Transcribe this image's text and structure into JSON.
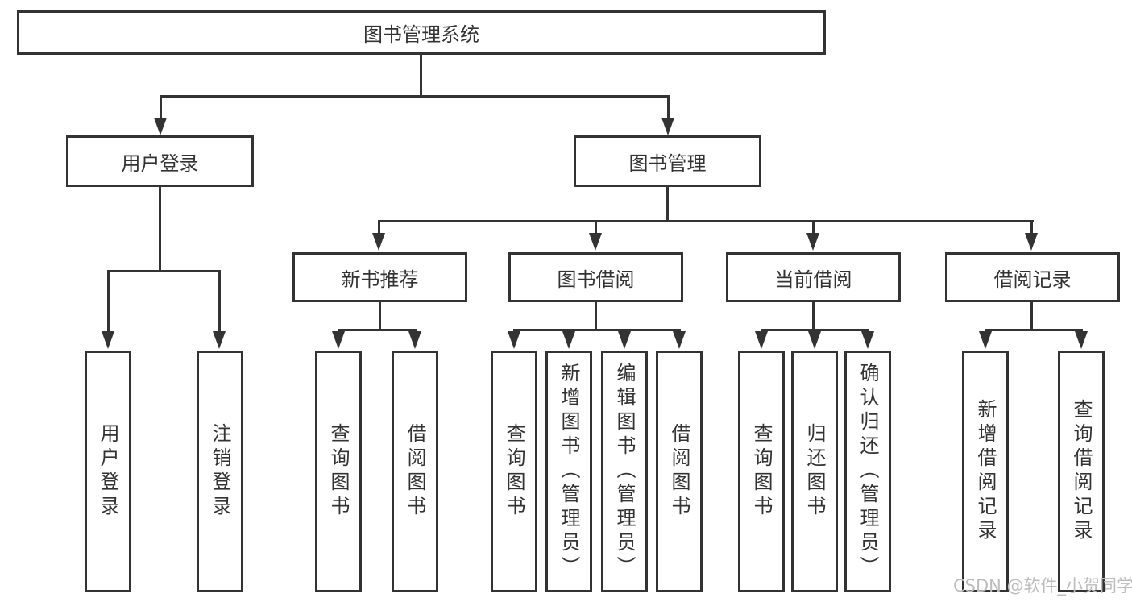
{
  "diagram": {
    "root": {
      "label": "图书管理系统"
    },
    "l2": [
      {
        "label": "用户登录"
      },
      {
        "label": "图书管理"
      }
    ],
    "l3": [
      {
        "label": "新书推荐"
      },
      {
        "label": "图书借阅"
      },
      {
        "label": "当前借阅"
      },
      {
        "label": "借阅记录"
      }
    ],
    "leaves": {
      "login": [
        "用户登录",
        "注销登录"
      ],
      "newbook": [
        "查询图书",
        "借阅图书"
      ],
      "borrow": [
        "查询图书",
        "新增图书（管理员）",
        "编辑图书（管理员）",
        "借阅图书"
      ],
      "current": [
        "查询图书",
        "归还图书",
        "确认归还（管理员）"
      ],
      "record": [
        "新增借阅记录",
        "查询借阅记录"
      ]
    }
  },
  "watermark": {
    "text": "CSDN @软件_小贺同学"
  },
  "colors": {
    "line": "#333333",
    "text": "#333333",
    "box_background": "#ffffff",
    "page_background": "#ffffff",
    "watermark": "#bdbdbd"
  }
}
